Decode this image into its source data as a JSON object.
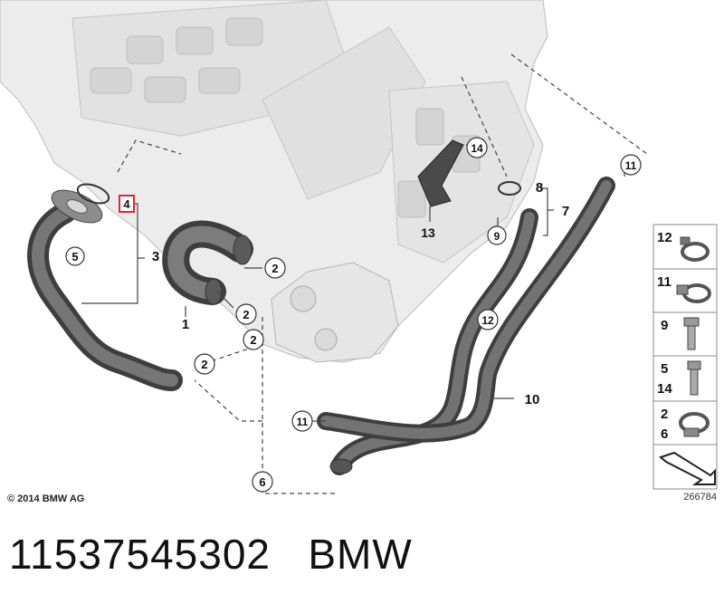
{
  "diagram": {
    "copyright": "© 2014 BMW AG",
    "image_number": "266784",
    "callouts": {
      "c1": "1",
      "c2a": "2",
      "c2b": "2",
      "c2c": "2",
      "c2d": "2",
      "c3": "3",
      "c4": "4",
      "c5": "5",
      "c6": "6",
      "c7": "7",
      "c8": "8",
      "c9": "9",
      "c10": "10",
      "c11a": "11",
      "c11b": "11",
      "c12": "12",
      "c13": "13",
      "c14": "14"
    },
    "legend": [
      {
        "labels": [
          "12"
        ],
        "icon": "hose-clamp-icon"
      },
      {
        "labels": [
          "11"
        ],
        "icon": "band-clamp-icon"
      },
      {
        "labels": [
          "9"
        ],
        "icon": "bolt-icon"
      },
      {
        "labels": [
          "5",
          "14"
        ],
        "icon": "bolt-icon"
      },
      {
        "labels": [
          "2",
          "6"
        ],
        "icon": "worm-clamp-icon"
      },
      {
        "labels": [],
        "icon": "arrow-icon"
      }
    ]
  },
  "footer": {
    "part_number": "11537545302",
    "brand": "BMW"
  },
  "colors": {
    "engine": "#e9e9e9",
    "hose": "#5d5d5d",
    "callout_highlight": "#e0262d"
  }
}
